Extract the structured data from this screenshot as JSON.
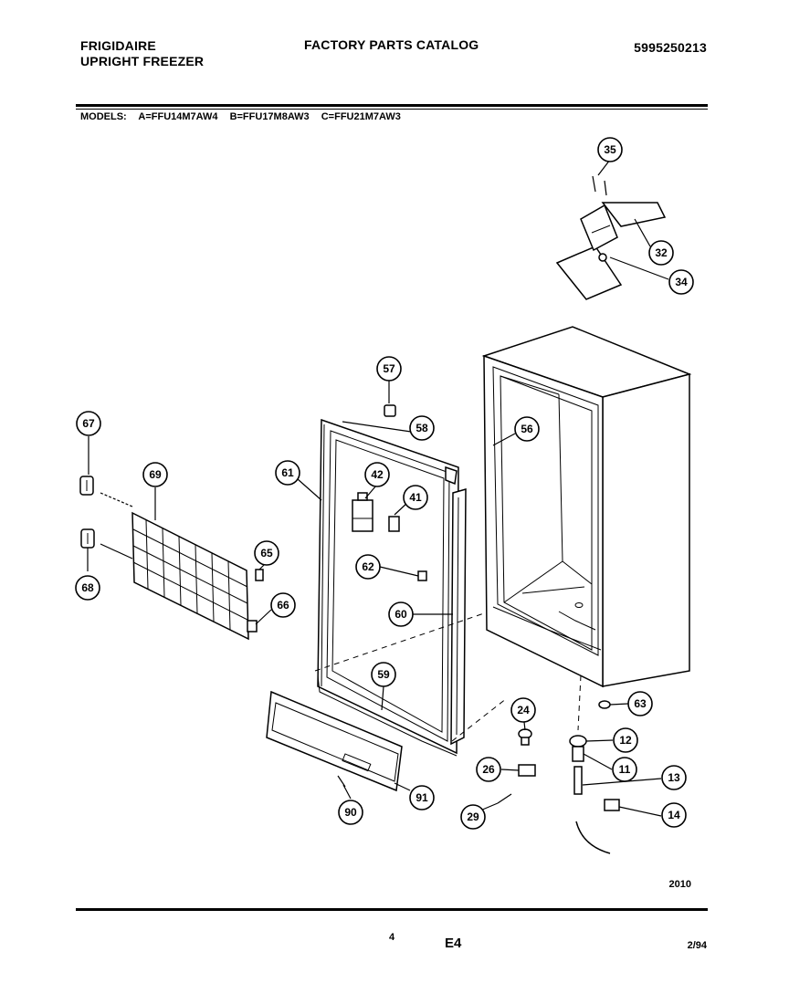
{
  "header": {
    "brand_line1": "FRIGIDAIRE",
    "brand_line2": "UPRIGHT FREEZER",
    "catalog_title": "FACTORY PARTS CATALOG",
    "part_number": "5995250213"
  },
  "models": {
    "label": "MODELS:",
    "a": "A=FFU14M7AW4",
    "b": "B=FFU17M8AW3",
    "c": "C=FFU21M7AW3"
  },
  "callouts": [
    "35",
    "32",
    "34",
    "57",
    "58",
    "56",
    "67",
    "69",
    "61",
    "42",
    "41",
    "65",
    "62",
    "68",
    "66",
    "60",
    "59",
    "24",
    "63",
    "12",
    "26",
    "11",
    "13",
    "91",
    "90",
    "29",
    "14"
  ],
  "footer": {
    "diagram_code": "2010",
    "page_number": "4",
    "section": "E4",
    "date": "2/94"
  }
}
